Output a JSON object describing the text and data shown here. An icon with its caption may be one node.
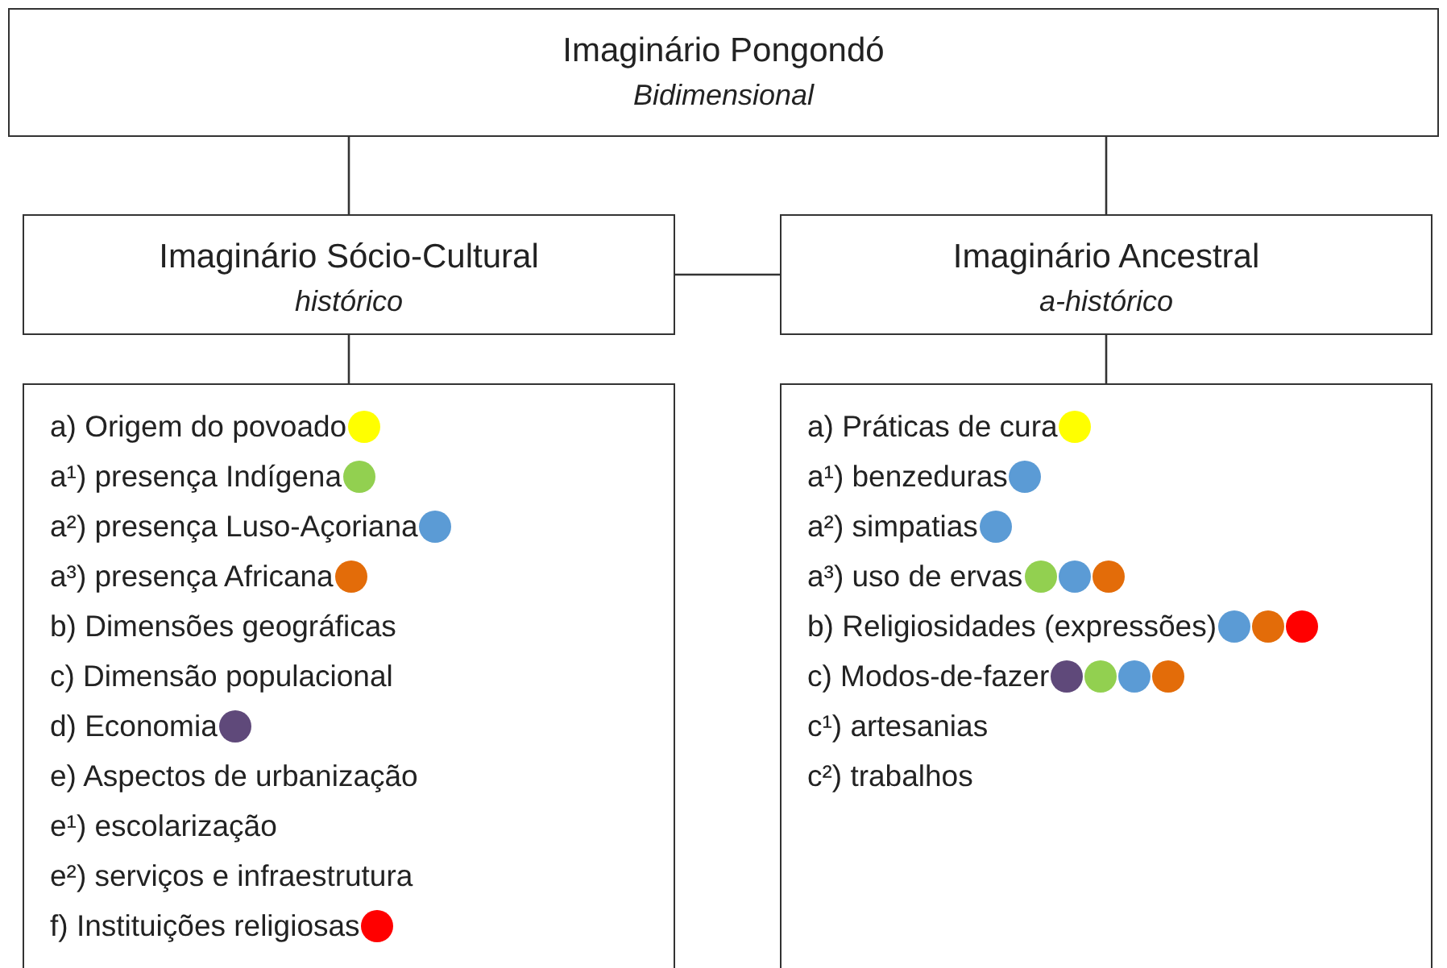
{
  "diagram": {
    "nodes": [
      {
        "text": [
          "Imaginário Pongondó",
          "Bidimensional"
        ]
      },
      {
        "text": [
          "Imaginário Sócio-Cultural",
          "histórico"
        ]
      },
      {
        "text": [
          "Imaginário Ancestral",
          "a-histórico"
        ]
      },
      {
        "text": [
          "a) Origem do povoado",
          "a¹) presença Indígena",
          "a²) presença Luso-Açoriana",
          "a³) presença Africana",
          "b) Dimensões geográficas",
          "c) Dimensão populacional",
          "d) Economia",
          "e) Aspectos de urbanização",
          "e¹) escolarização",
          "e²) serviços e infraestrutura",
          "f) Instituições religiosas"
        ]
      },
      {
        "text": [
          "a) Práticas de cura",
          "a¹) benzeduras",
          "a²) simpatias",
          "a³) uso de ervas",
          "b) Religiosidades (expressões)",
          "c) Modos-de-fazer",
          "c¹) artesanias",
          "c²) trabalhos"
        ]
      },
      {
        "text": [],
        "shape": "circle",
        "in": 3
      },
      {
        "text": [],
        "shape": "circle",
        "in": 3
      },
      {
        "text": [],
        "shape": "circle",
        "in": 3
      },
      {
        "text": [],
        "shape": "circle",
        "in": 3
      },
      {
        "text": [],
        "shape": "circle",
        "in": 3
      },
      {
        "text": [],
        "shape": "circle",
        "in": 3
      },
      {
        "text": [],
        "shape": "circle",
        "in": 4
      },
      {
        "text": [],
        "shape": "circle",
        "in": 4
      },
      {
        "text": [],
        "shape": "circle",
        "in": 4
      },
      {
        "text": [],
        "shape": "circle",
        "in": 4
      },
      {
        "text": [],
        "shape": "circle",
        "in": 4
      },
      {
        "text": [],
        "shape": "circle",
        "in": 4
      },
      {
        "text": [],
        "shape": "circle",
        "in": 4
      },
      {
        "text": [],
        "shape": "circle",
        "in": 4
      },
      {
        "text": [],
        "shape": "circle",
        "in": 4
      },
      {
        "text": [],
        "shape": "circle",
        "in": 4
      },
      {
        "text": [],
        "shape": "circle",
        "in": 4
      },
      {
        "text": [],
        "shape": "circle",
        "in": 4
      },
      {
        "text": [],
        "shape": "circle",
        "in": 4
      }
    ],
    "edges": [
      {
        "from": 0,
        "to": 1,
        "arrow": "none"
      },
      {
        "from": 0,
        "to": 2,
        "arrow": "none"
      },
      {
        "from": 1,
        "to": 2,
        "arrow": "none"
      },
      {
        "from": 1,
        "to": 3,
        "arrow": "none"
      },
      {
        "from": 2,
        "to": 4,
        "arrow": "none"
      }
    ]
  }
}
